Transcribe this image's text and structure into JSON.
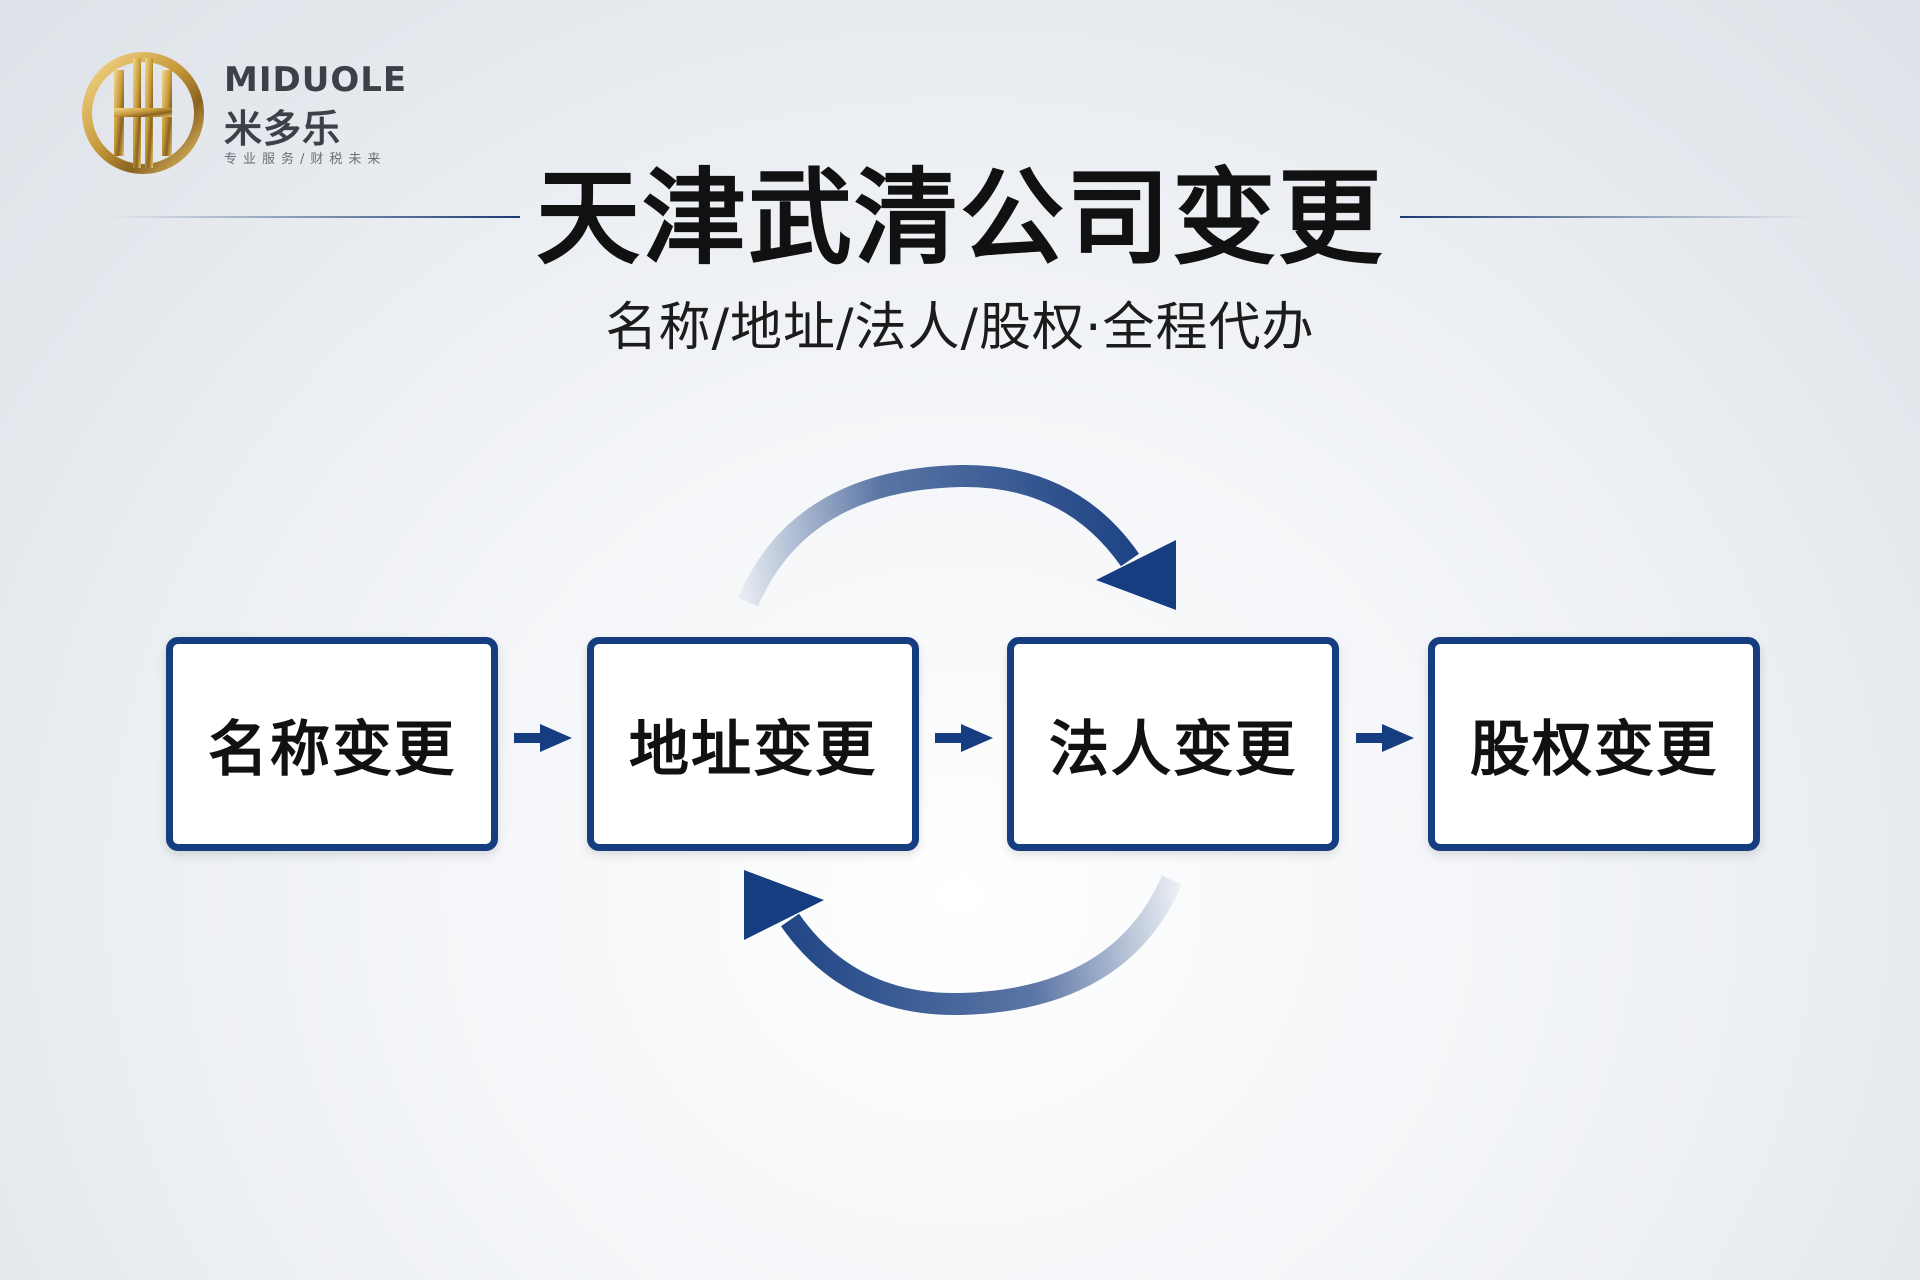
{
  "logo": {
    "name_en": "MIDUOLE",
    "name_cn": "米多乐",
    "slogan": "专业服务/财税未来",
    "icon": "gold-monogram-logo-icon"
  },
  "title": "天津武清公司变更",
  "subtitle": "名称/地址/法人/股权·全程代办",
  "colors": {
    "accent": "#163d80",
    "gold": "#c79a3b",
    "text": "#111111"
  },
  "flow": {
    "steps": [
      {
        "label": "名称变更"
      },
      {
        "label": "地址变更"
      },
      {
        "label": "法人变更"
      },
      {
        "label": "股权变更"
      }
    ],
    "connector_icon": "arrow-right-icon",
    "cycle_icons": [
      "curved-arrow-clockwise-top-icon",
      "curved-arrow-clockwise-bottom-icon"
    ]
  }
}
